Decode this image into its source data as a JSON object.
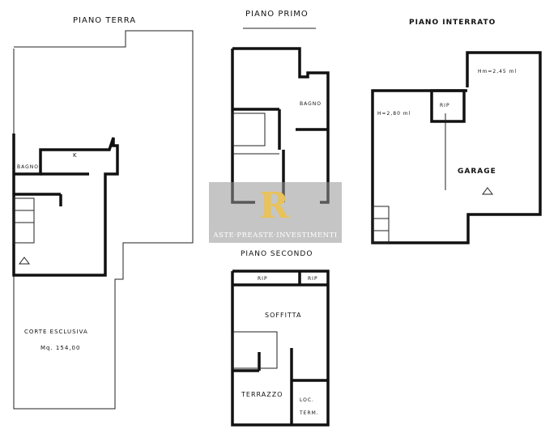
{
  "plans": {
    "ground": {
      "title": "PIANO  TERRA",
      "rooms": [
        "BAGNO",
        "K"
      ],
      "yard_label": "CORTE  ESCLUSIVA",
      "yard_area": "Mq. 154,00"
    },
    "first": {
      "title": "PIANO  PRIMO",
      "rooms": [
        "BAGNO"
      ]
    },
    "basement": {
      "title": "PIANO   INTERRATO",
      "height_main": "H=2,80 ml",
      "height_side": "Hm=2,45 ml",
      "rooms": [
        "RIP",
        "GARAGE"
      ]
    },
    "second": {
      "title": "PIANO  SECONDO",
      "rooms": [
        "RIP",
        "RIP",
        "SOFFITTA",
        "TERRAZZO",
        "LOC.",
        "TERM."
      ]
    }
  },
  "watermark": {
    "logo": "R",
    "text": "ASTE·PREASTE·INVESTIMENTI"
  },
  "colors": {
    "ink": "#111111",
    "watermark_bg": "#969696",
    "logo": "#e8c25a"
  }
}
